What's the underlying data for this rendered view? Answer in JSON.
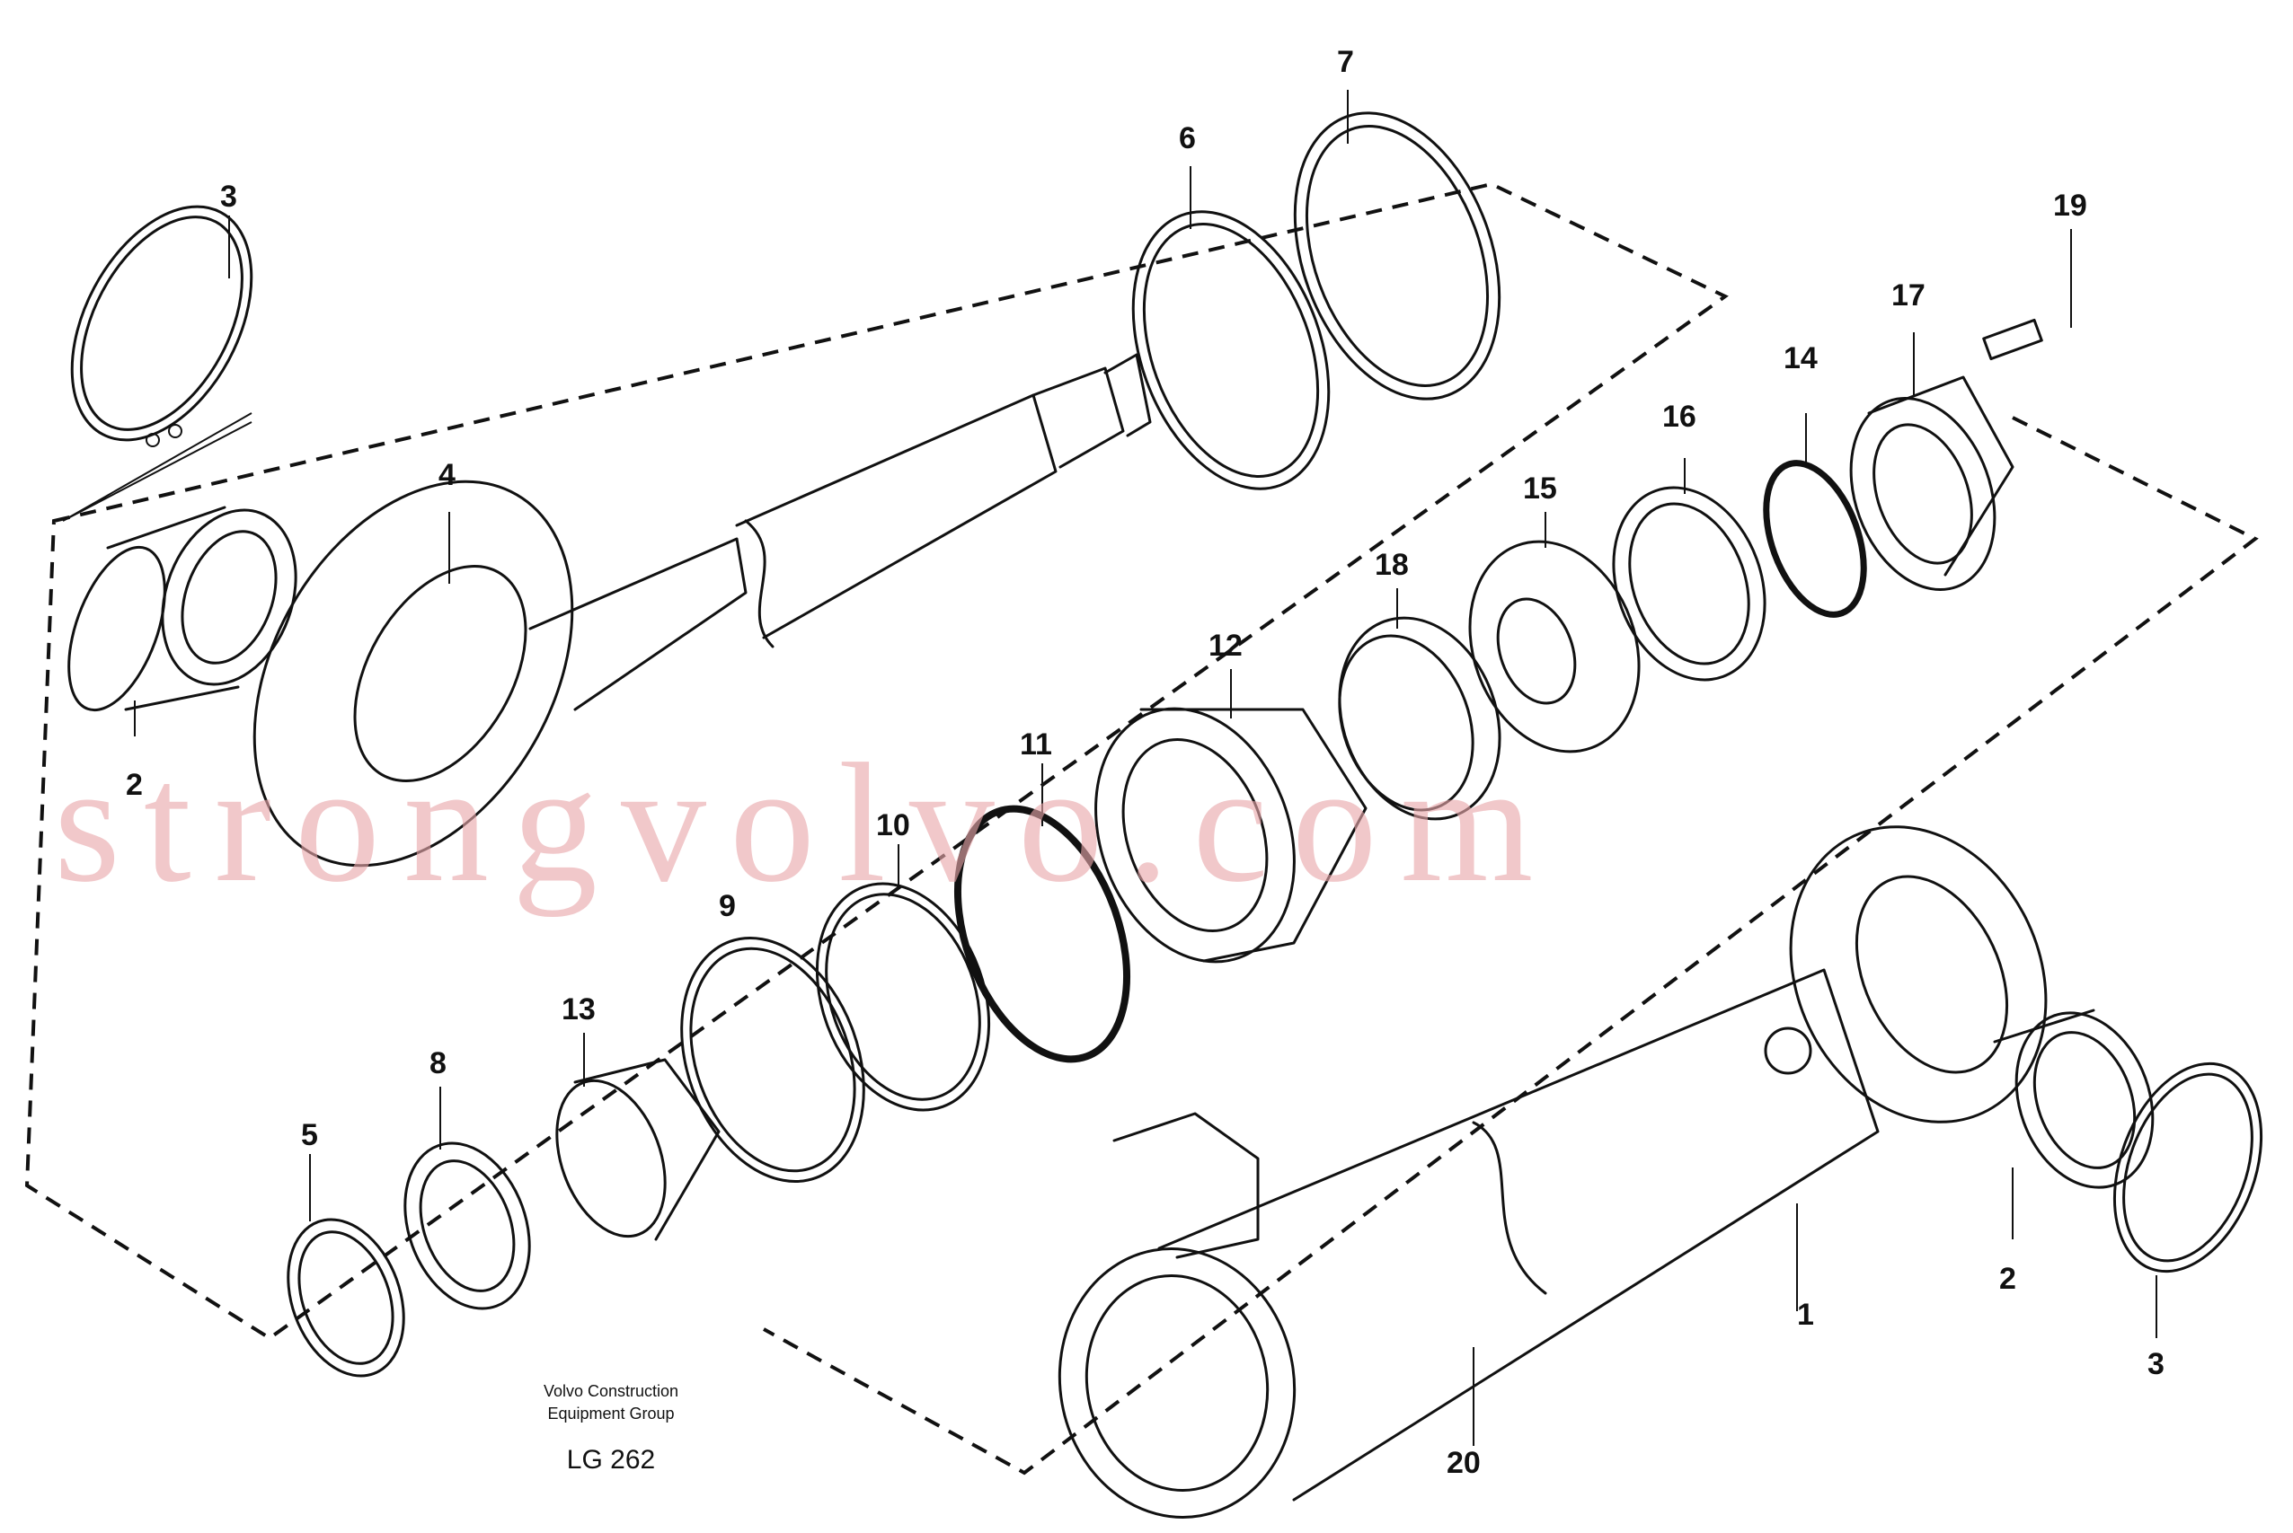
{
  "callouts": {
    "c1": "1",
    "c2a": "2",
    "c2b": "2",
    "c3a": "3",
    "c3b": "3",
    "c4": "4",
    "c5": "5",
    "c6": "6",
    "c7": "7",
    "c8": "8",
    "c9": "9",
    "c10": "10",
    "c11": "11",
    "c12": "12",
    "c13": "13",
    "c14": "14",
    "c15": "15",
    "c16": "16",
    "c17": "17",
    "c18": "18",
    "c19": "19",
    "c20": "20"
  },
  "footer": {
    "line1": "Volvo Construction",
    "line2": "Equipment Group",
    "code": "LG 262"
  },
  "watermark": "strongvolvo.com"
}
